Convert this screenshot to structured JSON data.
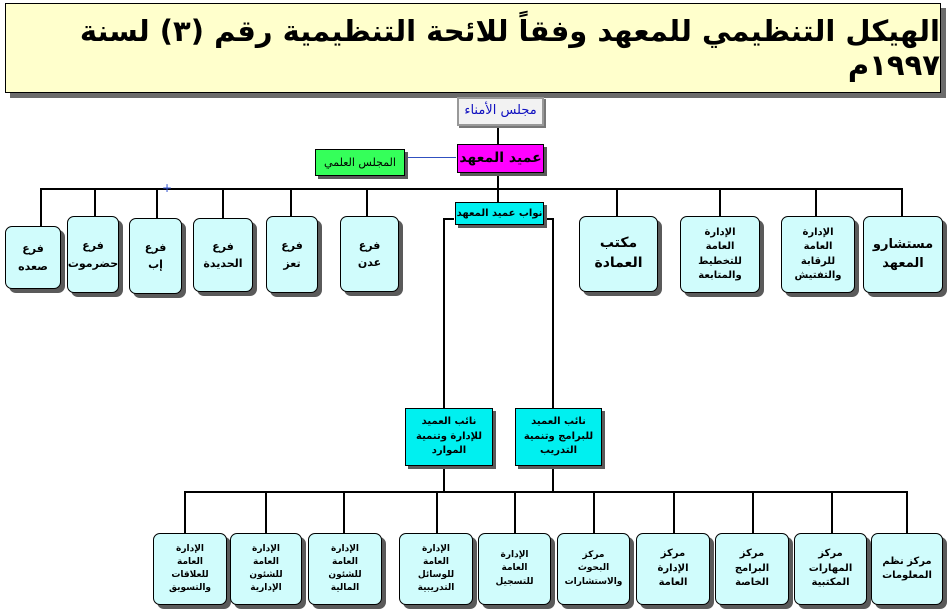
{
  "title": "الهيكل التنظيمي للمعهد وفقاً للائحة التنظيمية رقم (٣) لسنة ١٩٩٧م",
  "board": "مجلس الأمناء",
  "dean": "عميد المعهد",
  "scientific_council": "المجلس العلمي",
  "deputies_label": "نواب عميد المعهد",
  "deputy_admin": "نائب العميد\nللإدارة وتنمية\nالموارد",
  "deputy_programs": "نائب العميد\nللبرامج وتنمية\nالتدريب",
  "marker": "+",
  "branches": [
    {
      "id": "sadah",
      "label": "فرع\nصعده"
    },
    {
      "id": "hadramout",
      "label": "فرع\nحضرموت"
    },
    {
      "id": "ibb",
      "label": "فرع\nإب"
    },
    {
      "id": "hodeidah",
      "label": "فرع\nالحديدة"
    },
    {
      "id": "taiz",
      "label": "فرع\nتعز"
    },
    {
      "id": "aden",
      "label": "فرع\nعدن"
    }
  ],
  "units_right": [
    {
      "id": "deanship-office",
      "label": "مكتب\nالعمادة"
    },
    {
      "id": "planning",
      "label": "الإدارة\nالعامة\nللتخطيط\nوالمتابعة"
    },
    {
      "id": "inspection",
      "label": "الإدارة\nالعامة\nللرقابة\nوالتفتيش"
    },
    {
      "id": "advisors",
      "label": "مستشارو\nالمعهد"
    }
  ],
  "admin_units": [
    {
      "id": "relations",
      "label": "الإدارة\nالعامة\nللعلاقات\nوالتسويق"
    },
    {
      "id": "admin-affairs",
      "label": "الإدارة\nالعامة\nللشئون\nالإدارية"
    },
    {
      "id": "finance",
      "label": "الإدارة\nالعامة\nللشئون\nالمالية"
    }
  ],
  "program_units": [
    {
      "id": "training-aids",
      "label": "الإدارة\nالعامة\nللوسائل\nالتدريبية"
    },
    {
      "id": "registration",
      "label": "الإدارة\nالعامة\nللتسجيل"
    },
    {
      "id": "research",
      "label": "مركز\nالبحوث\nوالاستشارات"
    },
    {
      "id": "public-admin",
      "label": "مركز\nالإدارة\nالعامة"
    },
    {
      "id": "special-programs",
      "label": "مركز\nالبرامج\nالخاصة"
    },
    {
      "id": "office-skills",
      "label": "مركز\nالمهارات\nالمكتبية"
    },
    {
      "id": "info-systems",
      "label": "مركز نظم\nالمعلومات"
    }
  ]
}
